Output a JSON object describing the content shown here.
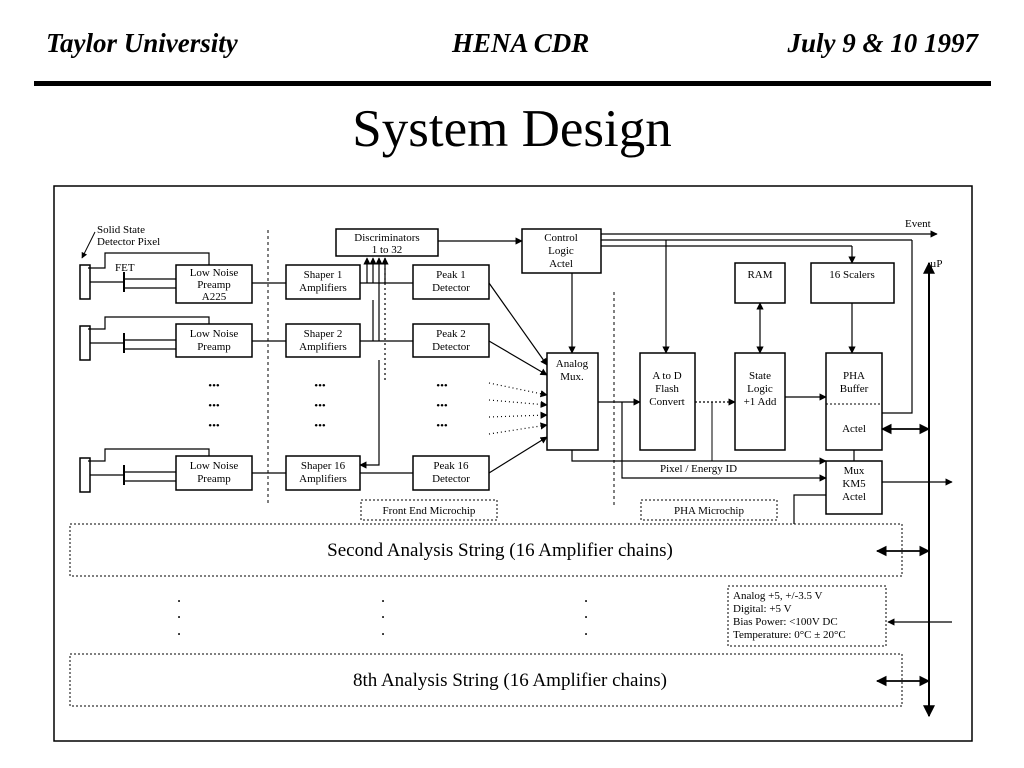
{
  "header": {
    "left": "Taylor University",
    "center": "HENA CDR",
    "right": "July 9 & 10 1997"
  },
  "title": "System Design",
  "diagram": {
    "detector_label": [
      "Solid State",
      "Detector Pixel"
    ],
    "fet_label": "FET",
    "preamp_1": [
      "Low Noise",
      "Preamp",
      "A225"
    ],
    "preamp_2": [
      "Low Noise",
      "Preamp"
    ],
    "preamp_16": [
      "Low Noise",
      "Preamp"
    ],
    "shaper_1": [
      "Shaper  1",
      "Amplifiers"
    ],
    "shaper_2": [
      "Shaper  2",
      "Amplifiers"
    ],
    "shaper_16": [
      "Shaper  16",
      "Amplifiers"
    ],
    "peak_1": [
      "Peak  1",
      "Detector"
    ],
    "peak_2": [
      "Peak  2",
      "Detector"
    ],
    "peak_16": [
      "Peak 16",
      "Detector"
    ],
    "discriminators": [
      "Discriminators",
      "1 to 32"
    ],
    "control_logic": [
      "Control",
      "Logic",
      "Actel"
    ],
    "analog_mux": [
      "Analog",
      "Mux."
    ],
    "a_to_d": [
      "A to D",
      "Flash",
      "Convert"
    ],
    "ram": "RAM",
    "scalers": "16 Scalers",
    "state_logic": [
      "State",
      "Logic",
      "+1 Add"
    ],
    "pha_buffer": [
      "PHA",
      "Buffer"
    ],
    "pha_actel": "Actel",
    "mux_km5": [
      "Mux",
      "KM5",
      "Actel"
    ],
    "event_label": "Event",
    "up_label": "µP",
    "ellipsis": "•••",
    "pixel_energy_label": "Pixel / Energy ID",
    "front_end_label": "Front End Microchip",
    "pha_microchip_label": "PHA Microchip",
    "second_string": "Second Analysis String (16 Amplifier chains)",
    "eighth_string": "8th Analysis String (16 Amplifier chains)",
    "vertical_dot": "•",
    "power_specs": [
      "Analog  +5, +/-3.5 V",
      "Digital: +5 V",
      "Bias Power:  <100V DC",
      "Temperature: 0°C ± 20°C"
    ]
  }
}
